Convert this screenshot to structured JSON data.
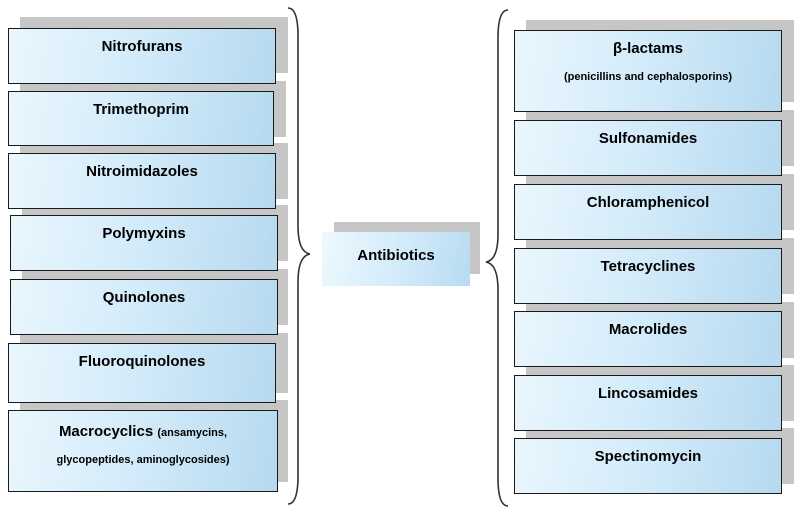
{
  "center": {
    "label": "Antibiotics"
  },
  "left": [
    {
      "label": "Nitrofurans"
    },
    {
      "label": "Trimethoprim"
    },
    {
      "label": "Nitroimidazoles"
    },
    {
      "label": "Polymyxins"
    },
    {
      "label": "Quinolones"
    },
    {
      "label": "Fluoroquinolones"
    },
    {
      "label": "Macrocyclics",
      "detail_inline": "(ansamycins,",
      "detail_line2": "glycopeptides, aminoglycosides)"
    }
  ],
  "right": [
    {
      "label": "β-lactams",
      "detail": "(penicillins and cephalosporins)"
    },
    {
      "label": "Sulfonamides"
    },
    {
      "label": "Chloramphenicol"
    },
    {
      "label": "Tetracyclines"
    },
    {
      "label": "Macrolides"
    },
    {
      "label": "Lincosamides"
    },
    {
      "label": "Spectinomycin"
    }
  ]
}
